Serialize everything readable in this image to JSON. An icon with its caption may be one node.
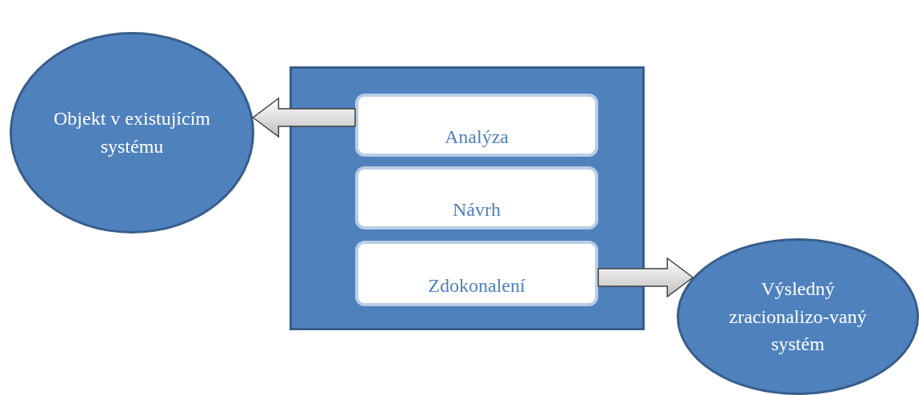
{
  "diagram": {
    "nodes": [
      {
        "text": [
          "Objekt v existujícím systému"
        ]
      },
      {
        "text": [],
        "shape": "box"
      },
      {
        "text": [
          "Analýza"
        ],
        "in": 1
      },
      {
        "text": [
          "Návrh"
        ],
        "in": 1
      },
      {
        "text": [
          "Zdokonalení"
        ],
        "in": 1
      },
      {
        "text": [
          "Výsledný zracionalizo-vaný systém"
        ]
      }
    ],
    "edges": [
      {
        "from": 2,
        "to": 0,
        "arrow": "to"
      },
      {
        "from": 4,
        "to": 5,
        "arrow": "to"
      }
    ]
  }
}
